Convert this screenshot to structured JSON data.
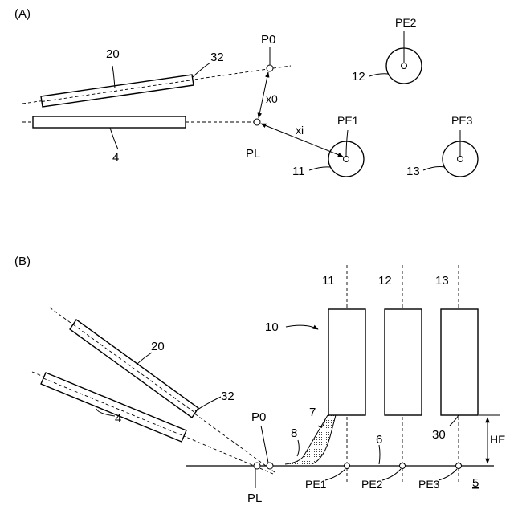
{
  "panelA": {
    "label": "(A)",
    "labels": {
      "p0": "P0",
      "pl": "PL",
      "pe1": "PE1",
      "pe2": "PE2",
      "pe3": "PE3",
      "x0": "x0",
      "xi": "xi",
      "n20": "20",
      "n32": "32",
      "n4": "4",
      "n11": "11",
      "n12": "12",
      "n13": "13"
    }
  },
  "panelB": {
    "label": "(B)",
    "labels": {
      "n10": "10",
      "n11": "11",
      "n12": "12",
      "n13": "13",
      "n20": "20",
      "n32": "32",
      "n4": "4",
      "n7": "7",
      "n8": "8",
      "n6": "6",
      "n30": "30",
      "n5": "5",
      "he": "HE",
      "p0": "P0",
      "pl": "PL",
      "pe1": "PE1",
      "pe2": "PE2",
      "pe3": "PE3"
    }
  }
}
